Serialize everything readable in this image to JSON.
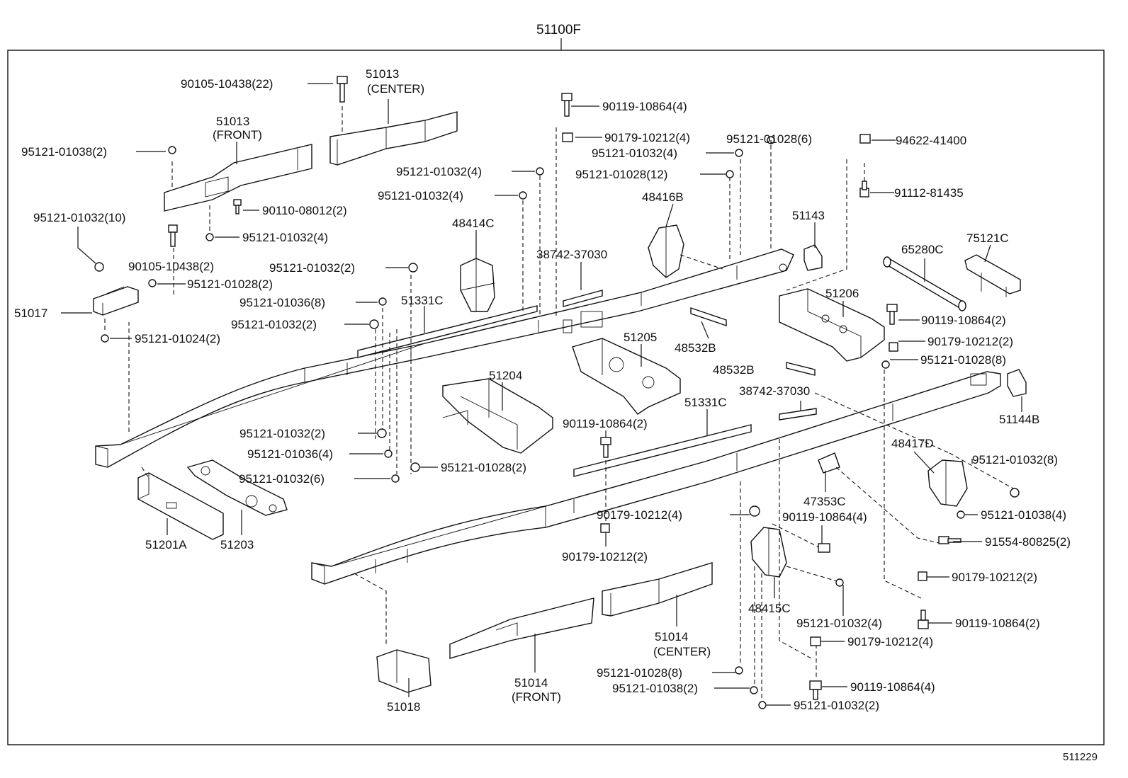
{
  "assembly_label": "51100F",
  "figure_number": "511229",
  "parts": {
    "p51013_center": "51013",
    "p51013_center_sub": "(CENTER)",
    "p51013_front": "51013",
    "p51013_front_sub": "(FRONT)",
    "p51014_center": "51014",
    "p51014_center_sub": "(CENTER)",
    "p51014_front": "51014",
    "p51014_front_sub": "(FRONT)",
    "p51017": "51017",
    "p51018": "51018",
    "p51201A": "51201A",
    "p51203": "51203",
    "p51204": "51204",
    "p51205": "51205",
    "p51206": "51206",
    "p51331C_a": "51331C",
    "p51331C_b": "51331C",
    "p48414C": "48414C",
    "p48416B": "48416B",
    "p48417D": "48417D",
    "p48415C": "48415C",
    "p51143": "51143",
    "p51144B": "51144B",
    "p65280C": "65280C",
    "p75121C": "75121C",
    "p48532B_a": "48532B",
    "p48532B_b": "48532B",
    "p38742_a": "38742-37030",
    "p38742_b": "38742-37030",
    "p47353C": "47353C"
  },
  "fasteners": {
    "f01": "90105-10438(22)",
    "f02": "95121-01038(2)",
    "f03": "90110-08012(2)",
    "f04": "95121-01032(4)",
    "f05": "95121-01032(10)",
    "f06": "90105-10438(2)",
    "f07": "95121-01028(2)",
    "f08": "95121-01024(2)",
    "f09": "90119-10864(4)",
    "f10": "90179-10212(4)",
    "f11": "95121-01032(4)",
    "f12": "95121-01028(6)",
    "f13": "95121-01028(12)",
    "f14": "94622-41400",
    "f15": "91112-81435",
    "f16": "95121-01032(4)",
    "f17": "95121-01032(4)",
    "f18": "95121-01032(2)",
    "f19": "95121-01036(8)",
    "f20": "95121-01032(2)",
    "f21": "90119-10864(2)",
    "f22": "90179-10212(2)",
    "f23": "95121-01028(8)",
    "f24": "95121-01032(2)",
    "f25": "95121-01036(4)",
    "f26": "95121-01028(2)",
    "f27": "95121-01032(6)",
    "f28": "90119-10864(2)",
    "f29": "95121-01032(8)",
    "f30": "90179-10212(4)",
    "f31": "90119-10864(4)",
    "f32": "95121-01038(4)",
    "f33": "91554-80825(2)",
    "f34": "90179-10212(2)",
    "f35": "90179-10212(2)",
    "f36": "90119-10864(2)",
    "f37": "95121-01032(4)",
    "f38": "90179-10212(4)",
    "f39": "95121-01028(8)",
    "f40": "95121-01038(2)",
    "f41": "90119-10864(4)",
    "f42": "95121-01032(2)"
  }
}
